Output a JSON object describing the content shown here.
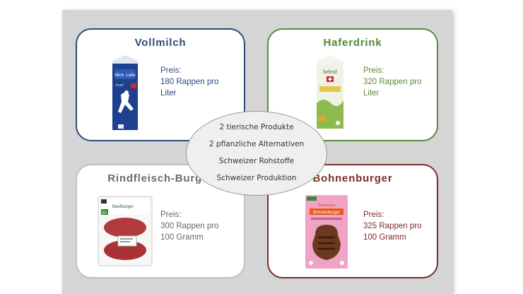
{
  "products": [
    {
      "name": "Vollmilch",
      "price_label": "Preis:",
      "price_line1": "180 Rappen pro",
      "price_line2": "Liter"
    },
    {
      "name": "Haferdrink",
      "price_label": "Preis:",
      "price_line1": "320 Rappen pro",
      "price_line2": "Liter"
    },
    {
      "name": "Rindfleisch-Burger",
      "price_label": "Preis:",
      "price_line1": "300 Rappen pro",
      "price_line2": "100 Gramm"
    },
    {
      "name": "Bohnenburger",
      "price_label": "Preis:",
      "price_line1": "325 Rappen pro",
      "price_line2": "100 Gramm"
    }
  ],
  "center": {
    "lines": [
      "2 tierische Produkte",
      "2 pflanzliche Alternativen",
      "Schweizer Rohstoffe",
      "Schweizer Produktion"
    ]
  },
  "packaging": {
    "milk_brand": "Mich. Latte",
    "milk_type": "FAST",
    "oat_brand": "beleaf",
    "beef_brand": "Beefburger",
    "beef_bio": "bio",
    "bean_brand_top": "Schweizer",
    "bean_brand": "Bohnenburger"
  },
  "colors": {
    "blue": "#2e4a7a",
    "green": "#5a8a3a",
    "gray": "#c2c2c2",
    "brown": "#7a2c28"
  }
}
